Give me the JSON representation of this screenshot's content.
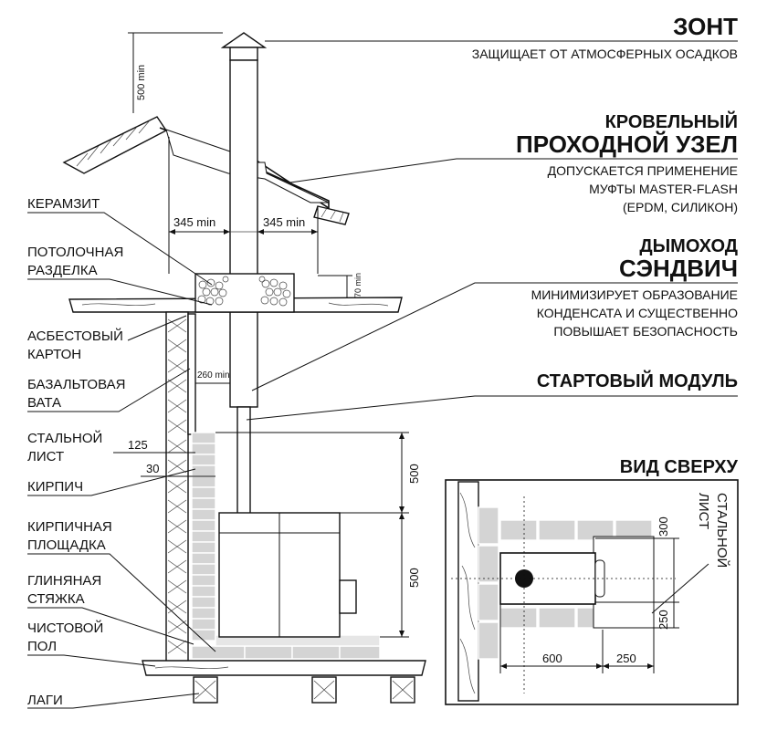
{
  "labels_left": {
    "keramzit": "КЕРАМЗИТ",
    "potolochnaya_1": "ПОТОЛОЧНАЯ",
    "potolochnaya_2": "РАЗДЕЛКА",
    "asbest_1": "АСБЕСТОВЫЙ",
    "asbest_2": "КАРТОН",
    "bazalt_1": "БАЗАЛЬТОВАЯ",
    "bazalt_2": "ВАТА",
    "stal_1": "СТАЛЬНОЙ",
    "stal_2": "ЛИСТ",
    "kirpich": "КИРПИЧ",
    "ploshadka_1": "КИРПИЧНАЯ",
    "ploshadka_2": "ПЛОЩАДКА",
    "styazhka_1": "ГЛИНЯНАЯ",
    "styazhka_2": "СТЯЖКА",
    "pol_1": "ЧИСТОВОЙ",
    "pol_2": "ПОЛ",
    "lagi": "ЛАГИ"
  },
  "labels_right": {
    "zont_title": "ЗОНТ",
    "zont_desc": "ЗАЩИЩАЕТ ОТ АТМОСФЕРНЫХ ОСАДКОВ",
    "uzel_title_1": "КРОВЕЛЬНЫЙ",
    "uzel_title_2": "ПРОХОДНОЙ УЗЕЛ",
    "uzel_desc_1": "ДОПУСКАЕТСЯ ПРИМЕНЕНИЕ",
    "uzel_desc_2": "МУФТЫ MASTER-FLASH",
    "uzel_desc_3": "(EPDM, СИЛИКОН)",
    "dymohod_title_1": "ДЫМОХОД",
    "dymohod_title_2": "СЭНДВИЧ",
    "dymohod_desc_1": "МИНИМИЗИРУЕТ ОБРАЗОВАНИЕ",
    "dymohod_desc_2": "КОНДЕНСАТА И СУЩЕСТВЕННО",
    "dymohod_desc_3": "ПОВЫШАЕТ БЕЗОПАСНОСТЬ",
    "start_title": "СТАРТОВЫЙ МОДУЛЬ",
    "top_view_title": "ВИД СВЕРХУ"
  },
  "dimensions": {
    "d500min": "500 min",
    "d345min_left": "345 min",
    "d345min_right": "345 min",
    "d70min": "70 min",
    "d260min": "260 min",
    "d125": "125",
    "d30": "30",
    "d500_upper": "500",
    "d500_lower": "500",
    "top_300": "300",
    "top_250_v": "250",
    "top_600": "600",
    "top_250_h": "250",
    "top_stal_1": "СТАЛЬНОЙ",
    "top_stal_2": "ЛИСТ"
  },
  "colors": {
    "line": "#111111",
    "brick": "#d4d4d4",
    "background": "#ffffff"
  }
}
